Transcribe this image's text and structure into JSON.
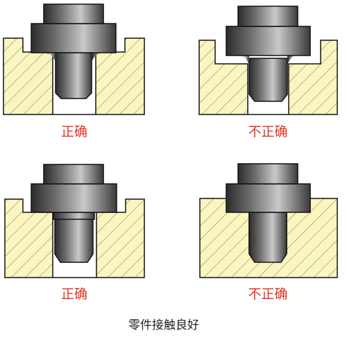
{
  "figure": {
    "caption": "零件接触良好",
    "panels": [
      {
        "label": "正确"
      },
      {
        "label": "不正确"
      },
      {
        "label": "正确"
      },
      {
        "label": "不正确"
      }
    ]
  },
  "colors": {
    "block_fill": "#fbf5c0",
    "hatch": "#8a8a6a",
    "outline": "#111111",
    "label_red": "#e53020",
    "metal_dark": "#2c2c2c",
    "metal_light": "#c9c9c9"
  }
}
